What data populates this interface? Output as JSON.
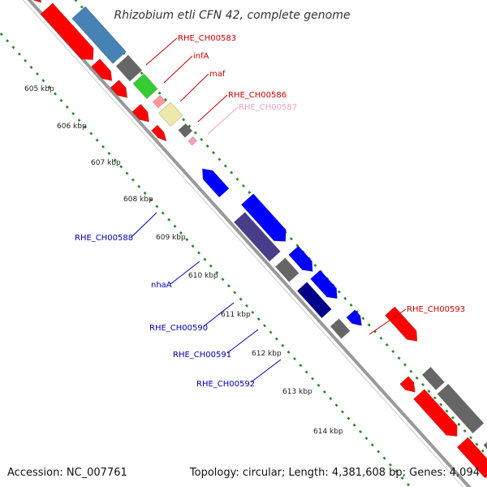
{
  "title": "Rhizobium etli CFN 42, complete genome",
  "footer": {
    "accession": "Accession: NC_007761",
    "summary": "Topology: circular; Length: 4,381,608 bp; Genes: 4,094"
  },
  "ticks": [
    "605 kbp",
    "606 kbp",
    "607 kbp",
    "608 kbp",
    "609 kbp",
    "610 kbp",
    "611 kbp",
    "612 kbp",
    "613 kbp",
    "614 kbp"
  ],
  "colors": {
    "backbone": "#999999",
    "forward_red": "#ff0000",
    "reverse_blue": "#0000ff",
    "gray": "#666666",
    "steel_blue": "#4682b4",
    "green": "#33cc33",
    "pink": "#ff9999",
    "khaki": "#eee8aa",
    "slate": "#483d8b",
    "navy": "#00008b",
    "tick_green": "#228b22",
    "label_red": "#cc0000",
    "label_blue": "#0000b0",
    "label_pink": "#f4a0c0"
  },
  "labels": [
    {
      "text": "RHE_CH00583",
      "color": "label_red"
    },
    {
      "text": "infA",
      "color": "label_red"
    },
    {
      "text": "maf",
      "color": "label_red"
    },
    {
      "text": "RHE_CH00586",
      "color": "label_red"
    },
    {
      "text": "RHE_CH00587",
      "color": "label_pink"
    },
    {
      "text": "RHE_CH00588",
      "color": "label_blue"
    },
    {
      "text": "nhaA",
      "color": "label_blue"
    },
    {
      "text": "RHE_CH00590",
      "color": "label_blue"
    },
    {
      "text": "RHE_CH00591",
      "color": "label_blue"
    },
    {
      "text": "RHE_CH00592",
      "color": "label_blue"
    },
    {
      "text": "RHE_CH00593",
      "color": "label_red"
    }
  ]
}
